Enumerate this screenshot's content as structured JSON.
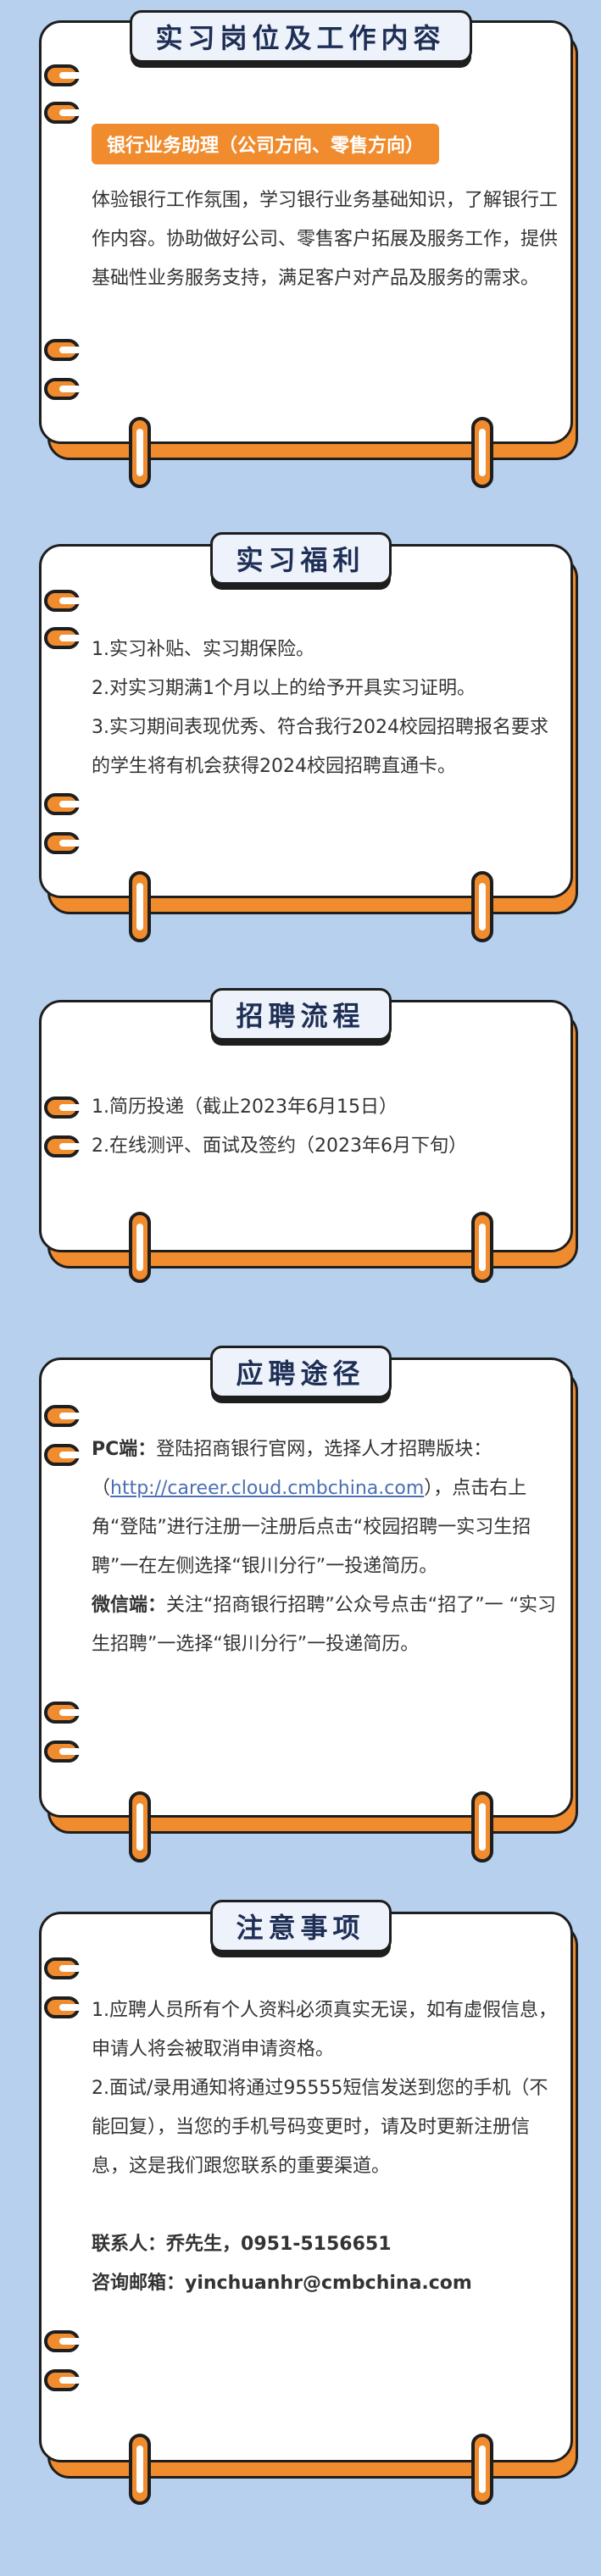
{
  "sections": [
    {
      "title": "实习岗位及工作内容",
      "tag": "银行业务助理（公司方向、零售方向）",
      "paragraphs": [
        "体验银行工作氛围，学习银行业务基础知识，了解银行工作内容。协助做好公司、零售客户拓展及服务工作，提供基础性业务服务支持，满足客户对产品及服务的需求。"
      ]
    },
    {
      "title": "实习福利",
      "paragraphs": [
        "1.实习补贴、实习期保险。",
        "2.对实习期满1个月以上的给予开具实习证明。",
        "3.实习期间表现优秀、符合我行2024校园招聘报名要求的学生将有机会获得2024校园招聘直通卡。"
      ]
    },
    {
      "title": "招聘流程",
      "paragraphs": [
        "1.简历投递（截止2023年6月15日）",
        "2.在线测评、面试及签约（2023年6月下旬）"
      ]
    },
    {
      "title": "应聘途径",
      "pc_label": "PC端：",
      "pc_text_1": "登陆招商银行官网，选择人才招聘版块：（",
      "pc_link": "http://career.cloud.cmbchina.com",
      "pc_text_2": "），点击右上角“登陆”进行注册一注册后点击“校园招聘一实习生招聘”一在左侧选择“银川分行”一投递简历。",
      "wx_label": "微信端：",
      "wx_text": "关注“招商银行招聘”公众号点击“招了”一 “实习生招聘”一选择“银川分行”一投递简历。"
    },
    {
      "title": "注意事项",
      "paragraphs": [
        "1.应聘人员所有个人资料必须真实无误，如有虚假信息，申请人将会被取消申请资格。",
        "2.面试/录用通知将通过95555短信发送到您的手机（不能回复），当您的手机号码变更时，请及时更新注册信息，这是我们跟您联系的重要渠道。"
      ],
      "contact_label": "联系人：",
      "contact_value": "乔先生，0951-5156651",
      "email_label": "咨询邮箱：",
      "email_value": "yinchuanhr@cmbchina.com"
    }
  ],
  "colors": {
    "background": "#b6d0ee",
    "accent": "#f08c2e",
    "outline": "#1e1e1e",
    "title_text": "#1e2f55"
  }
}
